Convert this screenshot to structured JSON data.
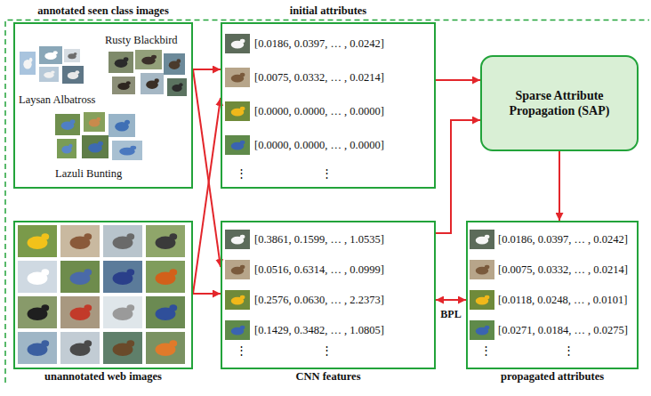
{
  "diagram": {
    "nodes": [
      {
        "text": [
          "annotated seen class images",
          "Rusty Blackbird",
          "Laysan Albatross",
          "Lazuli Bunting"
        ]
      },
      {
        "text": [
          "initial attributes",
          "[0.0186, 0.0397, … , 0.0242]",
          "[0.0075, 0.0332, … , 0.0214]",
          "[0.0000, 0.0000, … , 0.0000]",
          "[0.0000, 0.0000, … , 0.0000]",
          "⋮",
          "⋮"
        ]
      },
      {
        "text": [
          "Sparse Attribute Propagation (SAP)"
        ]
      },
      {
        "text": [
          "unannotated web images"
        ]
      },
      {
        "text": [
          "CNN features",
          "[0.3861, 0.1599, … , 1.0535]",
          "[0.0516, 0.6314, … , 0.0999]",
          "[0.2576, 0.0630, … , 2.2373]",
          "[0.1429, 0.3482, … , 1.0805]",
          "⋮",
          "⋮"
        ]
      },
      {
        "text": [
          "propagated attributes",
          "[0.0186, 0.0397, … , 0.0242]",
          "[0.0075, 0.0332, … , 0.0214]",
          "[0.0118, 0.0248, … , 0.0101]",
          "[0.0271, 0.0184, … , 0.0275]",
          "⋮",
          "⋮"
        ]
      }
    ],
    "edges": [
      {
        "from": 0,
        "to": 1,
        "arrow": "to"
      },
      {
        "from": 0,
        "to": 4,
        "arrow": "to"
      },
      {
        "from": 3,
        "to": 1,
        "arrow": "to"
      },
      {
        "from": 3,
        "to": 4,
        "arrow": "to"
      },
      {
        "from": 1,
        "to": 2,
        "arrow": "to"
      },
      {
        "from": 4,
        "to": 2,
        "arrow": "to"
      },
      {
        "from": 2,
        "to": 5,
        "arrow": "to"
      },
      {
        "from": 4,
        "to": 5,
        "label": "BPL",
        "arrow": "both"
      }
    ]
  }
}
